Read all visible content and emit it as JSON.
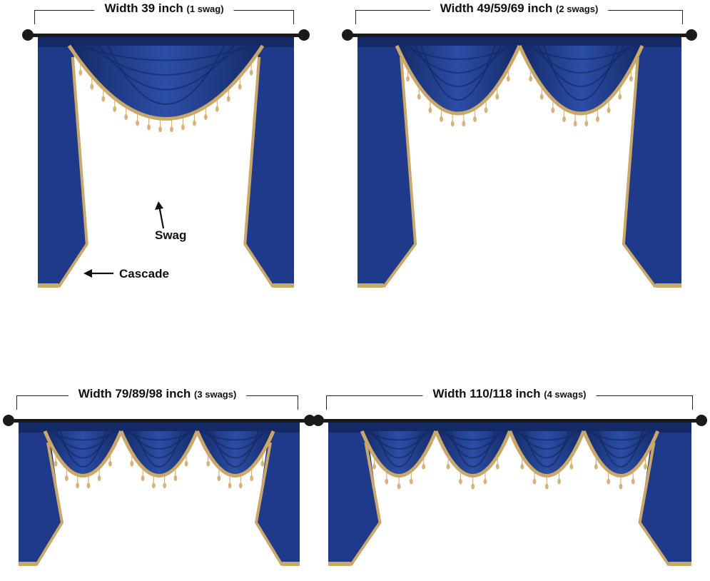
{
  "panels": [
    {
      "width_text": "Width 39 inch",
      "swag_text": "(1 swag)",
      "swags": 1
    },
    {
      "width_text": "Width 49/59/69 inch",
      "swag_text": "(2 swags)",
      "swags": 2
    },
    {
      "width_text": "Width 79/89/98 inch",
      "swag_text": "(3 swags)",
      "swags": 3
    },
    {
      "width_text": "Width 110/118 inch",
      "swag_text": "(4 swags)",
      "swags": 4
    }
  ],
  "annotations": {
    "swag_label": "Swag",
    "cascade_label": "Cascade"
  },
  "colors": {
    "fabric": "#1f3a8a",
    "fabric_dark": "#142a66",
    "fabric_light": "#2c4ea6",
    "trim": "#c9a86a",
    "bead": "#d8b27a",
    "rod": "#1a1a1a"
  }
}
